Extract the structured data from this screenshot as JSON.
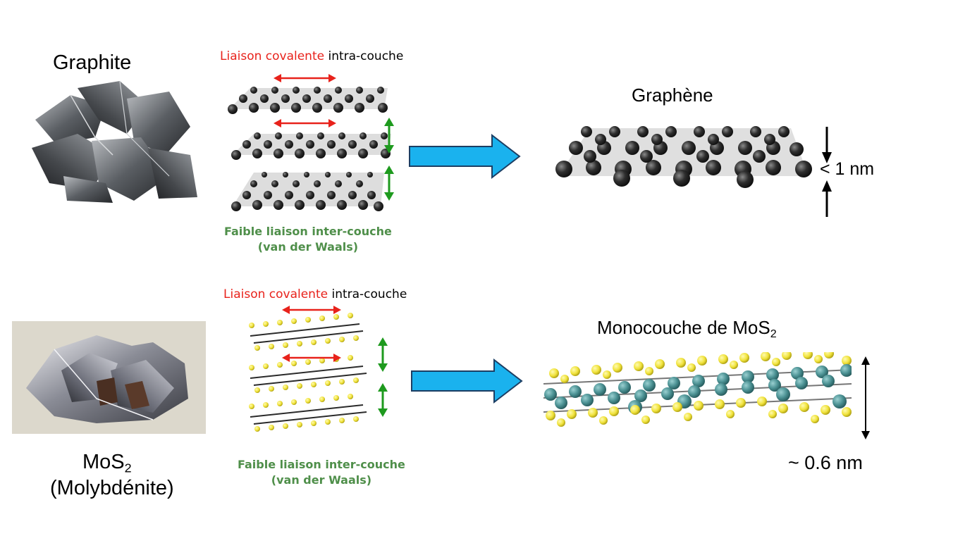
{
  "colors": {
    "bond_red": "#e8221b",
    "weak_green": "#4f8f4a",
    "arrow_blue": "#1ab2ee",
    "arrow_green": "#1e9a1e",
    "carbon_atom": "#2e2e2e",
    "sulfur_atom": "#f0e23a",
    "molybdenum_atom": "#4c9294"
  },
  "top": {
    "mineral_label": "Graphite",
    "bond_label": {
      "red": "Liaison covalente",
      "black": " intra-couche"
    },
    "weak_bond_line1": "Faible liaison inter-couche",
    "weak_bond_line2": "(van der Waals)",
    "monolayer_label": "Graphène",
    "thickness_label": "< 1 nm"
  },
  "bottom": {
    "mineral_label": "MoS",
    "mineral_subscript": "2",
    "mineral_common_name": "(Molybdénite)",
    "bond_label": {
      "red": "Liaison covalente",
      "black": " intra-couche"
    },
    "weak_bond_line1": "Faible liaison inter-couche",
    "weak_bond_line2": "(van der Waals)",
    "monolayer_label": "Monocouche de MoS",
    "monolayer_subscript": "2",
    "thickness_label": "~ 0.6 nm"
  },
  "icons": [
    "graphite-photo",
    "graphite-layers",
    "graphene-sheet",
    "molybdenite-photo",
    "mos2-layers",
    "mos2-monolayer",
    "process-arrow-icon",
    "thickness-arrow-icon"
  ]
}
